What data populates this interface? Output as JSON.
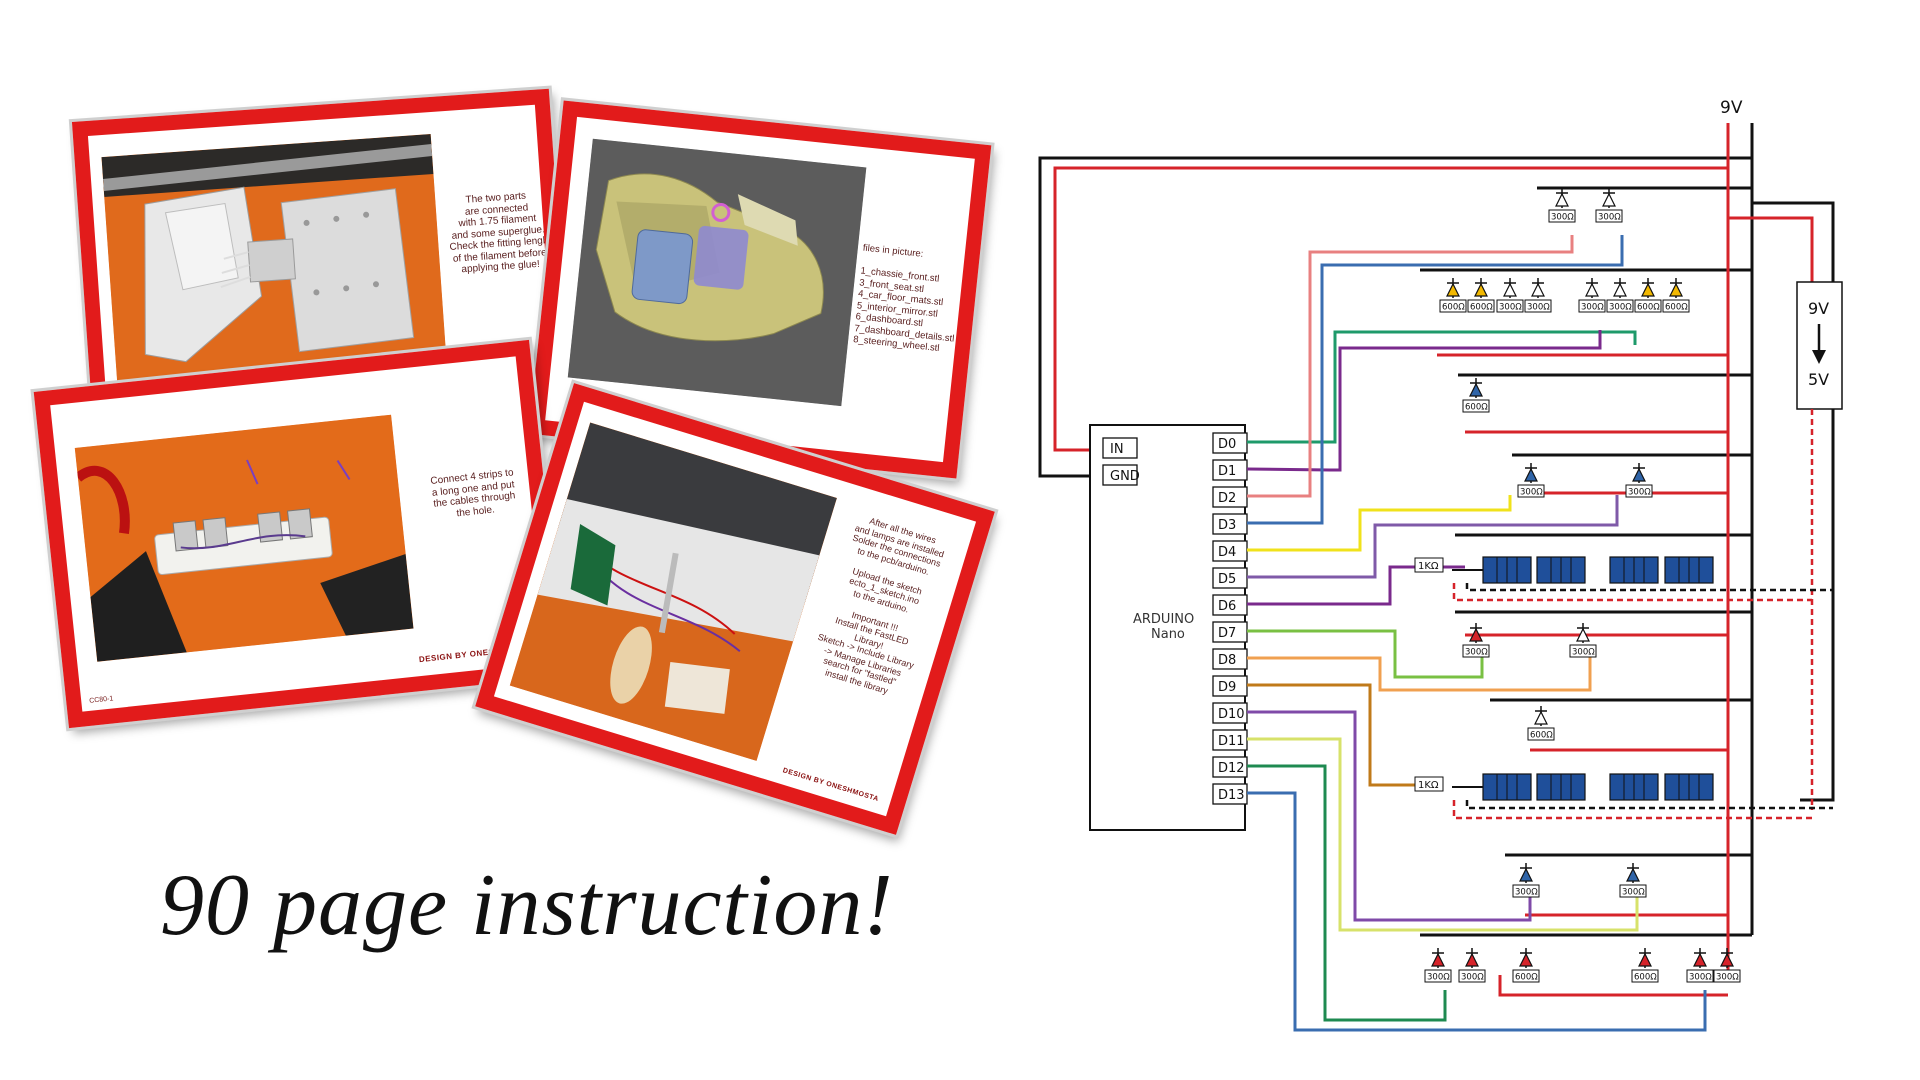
{
  "headline": "90 page instruction!",
  "pages": {
    "p1": {
      "text": "The two parts\nare connected\nwith 1.75 filament\nand some superglue.\nCheck the fitting lengh\nof the filament before\napplying the glue!"
    },
    "p2": {
      "text": "files in picture:\n\n1_chassie_front.stl\n3_front_seat.stl\n4_car_floor_mats.stl\n5_interior_mirror.stl\n6_dashboard.stl\n7_dashboard_details.stl\n8_steering_wheel.stl"
    },
    "p3": {
      "text": "Connect 4 strips to\na long one and put\nthe cables through\nthe hole.",
      "footer": "DESIGN BY ONESHMOSTA",
      "page_number": "CC80-1"
    },
    "p4": {
      "text": "After all the wires\nand lamps are installed\nSolder the connections\nto the pcb/arduino.\n\nUpload the sketch\necto_1_sketch.ino\nto the arduino.\n\nImportant !!!\nInstall the FastLED\nLibrary!\nSketch -> Include Library\n-> Manage Libraries\nsearch for \"fastled\"\ninstall the library",
      "footer": "DESIGN BY ONESHMOSTA"
    }
  },
  "schematic": {
    "supply_label": "9V",
    "regulator": {
      "in": "9V",
      "out": "5V",
      "arrow": "arrow-down-icon"
    },
    "arduino": {
      "name": "ARDUINO",
      "model": "Nano",
      "power_pins": [
        "IN",
        "GND"
      ],
      "pins": [
        "D0",
        "D1",
        "D2",
        "D3",
        "D4",
        "D5",
        "D6",
        "D7",
        "D8",
        "D9",
        "D10",
        "D11",
        "D12",
        "D13"
      ]
    },
    "resistor_labels": {
      "r300": "300Ω",
      "r600": "600Ω",
      "r1k": "1KΩ"
    },
    "colors": {
      "frame": "#e21b1b",
      "wire_power": "#d6232a",
      "wire_ground": "#111111",
      "led_yellow": "#f2b800",
      "led_blue": "#2f64a8",
      "led_red": "#d6232a",
      "led_white": "#ffffff",
      "strip": "#1f4f9a",
      "w_d0": "#1e9a6a",
      "w_d1": "#7a2a8c",
      "w_d2": "#e88080",
      "w_d3": "#3a6db0",
      "w_d4": "#f0e21b",
      "w_d5": "#7f5aa8",
      "w_d6": "#7a2a8c",
      "w_d7": "#79c043",
      "w_d8": "#f0a050",
      "w_d9": "#c07a1a",
      "w_d10": "#7f4aa8",
      "w_d11": "#d7e26a",
      "w_d12": "#1e8a50",
      "w_d13": "#3a6db0"
    }
  }
}
